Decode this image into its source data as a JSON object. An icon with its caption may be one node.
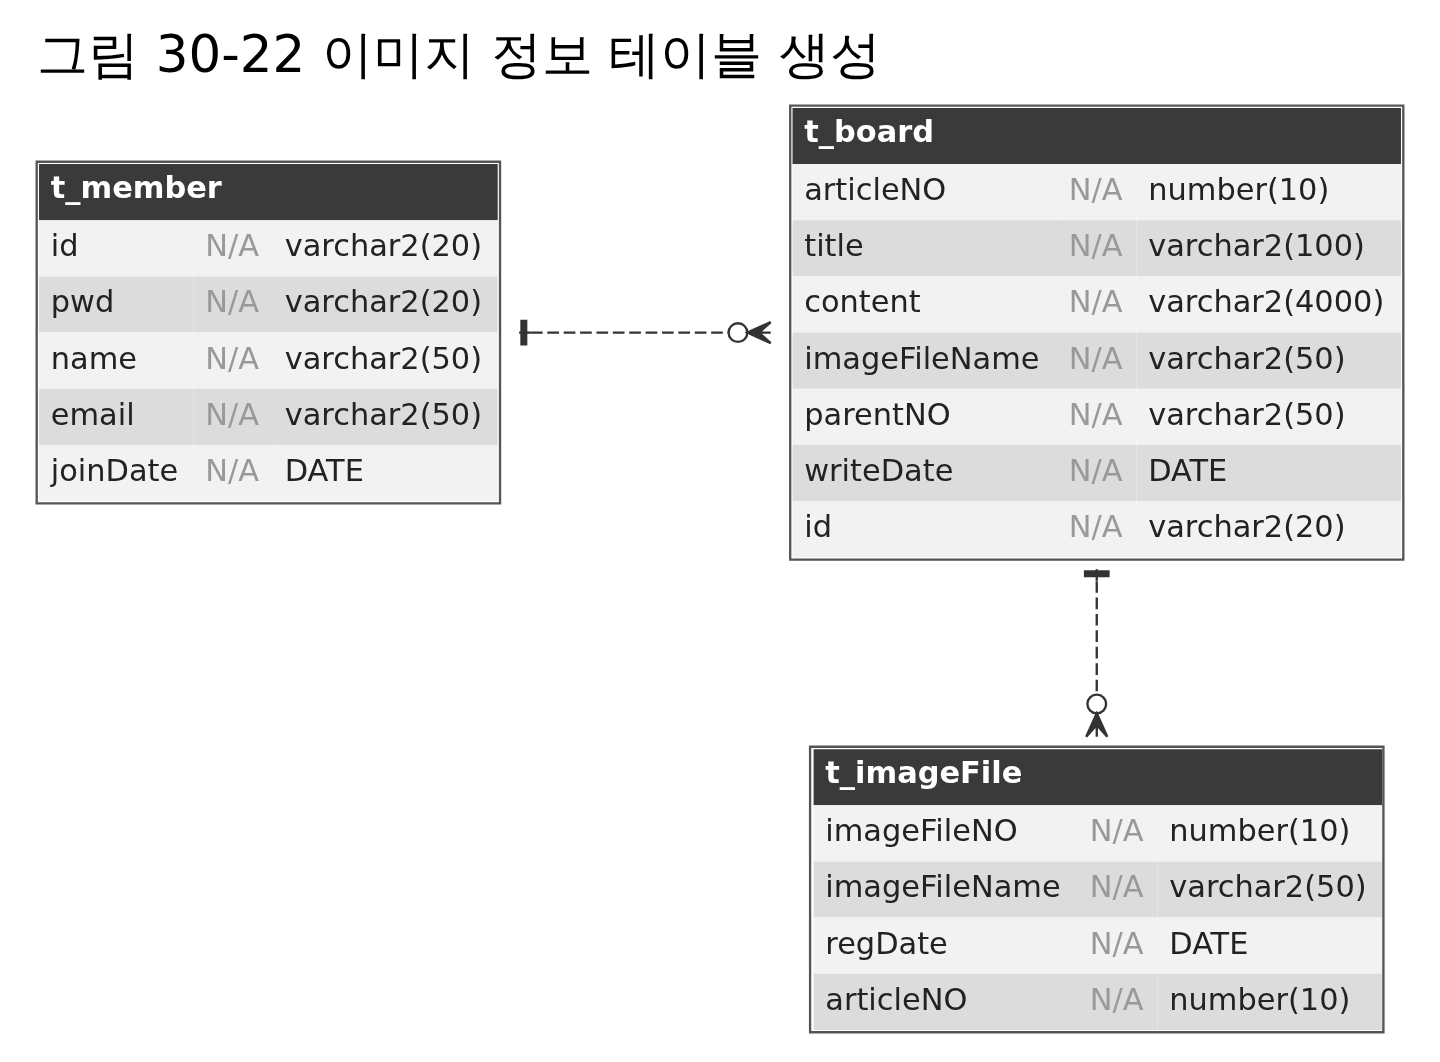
{
  "diagram": {
    "title": "그림 30-22 이미지 정보 테이블 생성",
    "nodes": [
      {
        "text": [
          "t_member",
          "id",
          "N/A",
          "varchar2(20)",
          "pwd",
          "N/A",
          "varchar2(20)",
          "name",
          "N/A",
          "varchar2(50)",
          "email",
          "N/A",
          "varchar2(50)",
          "joinDate",
          "N/A",
          "DATE"
        ]
      },
      {
        "text": [
          "t_board",
          "articleNO",
          "N/A",
          "number(10)",
          "title",
          "N/A",
          "varchar2(100)",
          "content",
          "N/A",
          "varchar2(4000)",
          "imageFileName",
          "N/A",
          "varchar2(50)",
          "parentNO",
          "N/A",
          "varchar2(50)",
          "writeDate",
          "N/A",
          "DATE",
          "id",
          "N/A",
          "varchar2(20)"
        ]
      },
      {
        "text": [
          "t_imageFile",
          "imageFileNO",
          "N/A",
          "number(10)",
          "imageFileName",
          "N/A",
          "varchar2(50)",
          "regDate",
          "N/A",
          "DATE",
          "articleNO",
          "N/A",
          "number(10)"
        ]
      }
    ],
    "edges": [
      {
        "from": 0,
        "to": 1,
        "arrow": "other",
        "style": "dashed"
      },
      {
        "from": 1,
        "to": 2,
        "arrow": "other",
        "style": "dashed"
      }
    ]
  }
}
